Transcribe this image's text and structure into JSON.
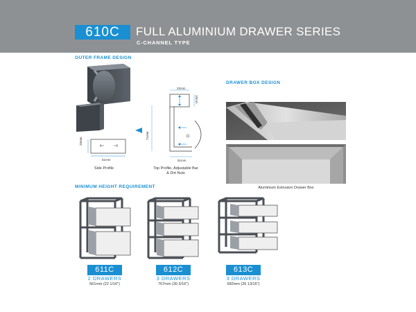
{
  "header": {
    "code": "610C",
    "title": "FULL ALUMINIUM DRAWER SERIES",
    "subtitle": "C-CHANNEL TYPE"
  },
  "sections": {
    "outer_frame": "OUTER FRAME DESIGN",
    "drawer_box": "DRAWER BOX DESIGN",
    "min_height": "MINIMUM HEIGHT REQUIREMENT"
  },
  "side_profile": {
    "width_dim": "51mm",
    "height_dim": "25mm",
    "caption": "Side Profile"
  },
  "top_profile": {
    "top_dim": "22mm",
    "right_dim": "10mm",
    "height_dim": "71mm",
    "bottom_dim": "51mm",
    "caption_line1": "Top Profile, Adjustable Bar",
    "caption_line2": "& Dirt Nuts"
  },
  "drawer_box": {
    "caption": "Aluminium Extrusion Drawer Box"
  },
  "models": [
    {
      "code": "611C",
      "drawers": "2 DRAWERS",
      "size": "561mm (22 1/16\")"
    },
    {
      "code": "612C",
      "drawers": "3 DRAWERS",
      "size": "767mm (30 3/16\")"
    },
    {
      "code": "613C",
      "drawers": "3 DRAWERS",
      "size": "682mm (26 13/16\")"
    }
  ],
  "colors": {
    "accent": "#1a8fd2",
    "header_gray": "#8e9193",
    "frame_dark": "#4a4f55"
  }
}
